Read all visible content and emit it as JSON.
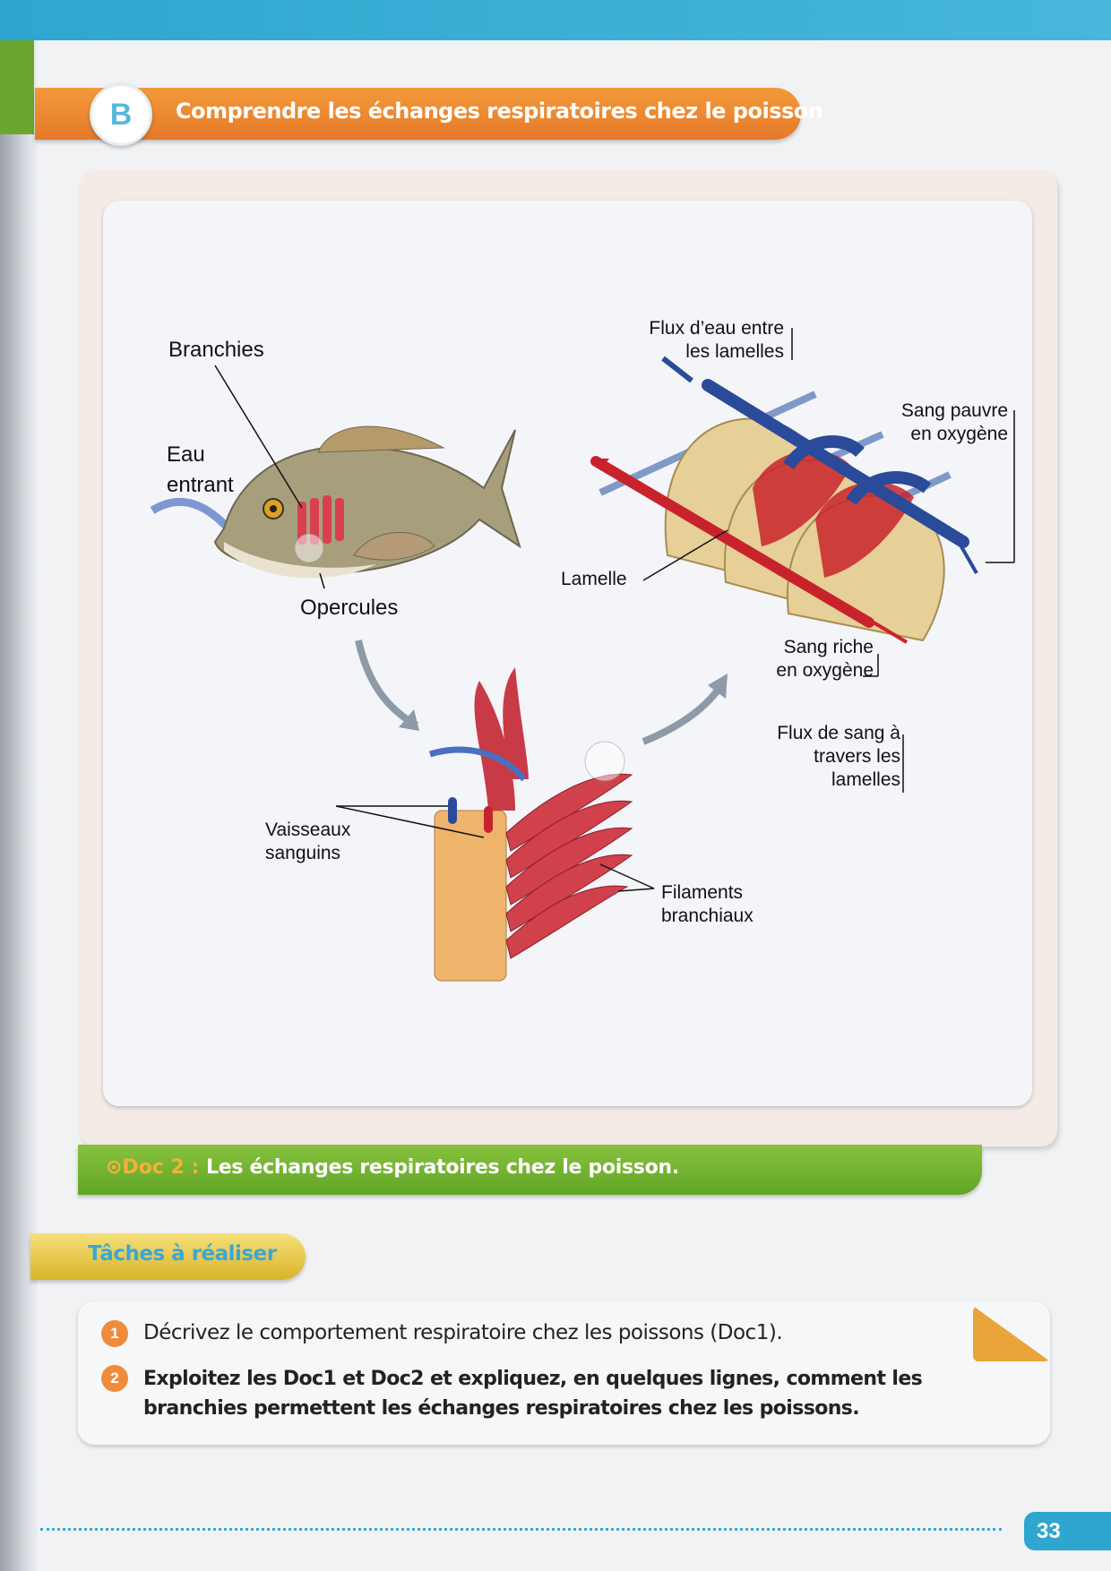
{
  "header": {
    "badge": "B",
    "title": "Comprendre les échanges respiratoires chez le poisson"
  },
  "diagram": {
    "labels": {
      "branchies": "Branchies",
      "eau_entrant_1": "Eau",
      "eau_entrant_2": "entrant",
      "opercules": "Opercules",
      "flux_eau_1": "Flux d’eau entre",
      "flux_eau_2": "les lamelles",
      "sang_pauvre_1": "Sang pauvre",
      "sang_pauvre_2": "en oxygène",
      "lamelle": "Lamelle",
      "sang_riche_1": "Sang riche",
      "sang_riche_2": "en oxygène",
      "flux_sang_1": "Flux de sang à",
      "flux_sang_2": "travers les",
      "flux_sang_3": "lamelles",
      "vaisseaux_1": "Vaisseaux",
      "vaisseaux_2": "sanguins",
      "filaments_1": "Filaments",
      "filaments_2": "branchiaux"
    }
  },
  "caption": {
    "doc": "⊙Doc 2 :",
    "text": "Les échanges respiratoires chez le poisson."
  },
  "tasks": {
    "title": "Tâches à réaliser",
    "items": [
      {
        "num": "1",
        "text": "Décrivez le comportement respiratoire chez les poissons (Doc1)."
      },
      {
        "num": "2",
        "text": "Exploitez les Doc1 et Doc2 et expliquez, en quelques lignes, comment les branchies permettent les échanges respiratoires chez les poissons."
      }
    ]
  },
  "page_number": "33",
  "colors": {
    "blue": "#2fa6cf",
    "orange": "#e5792a",
    "green": "#62a526",
    "yellow": "#d9b42a"
  }
}
